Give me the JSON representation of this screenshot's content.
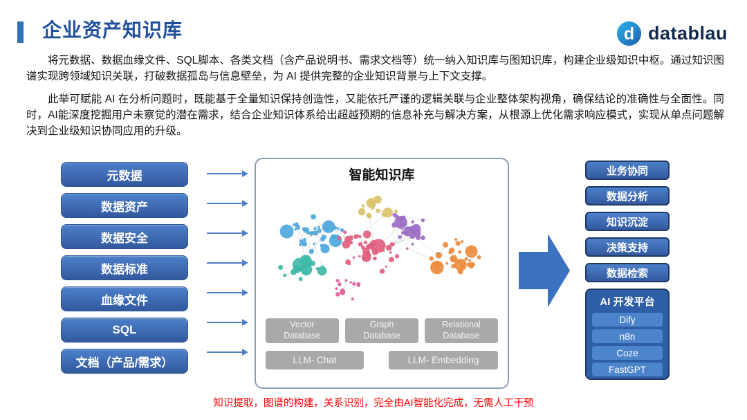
{
  "header": {
    "title": "企业资产知识库",
    "logo_text": "datablau"
  },
  "intro": {
    "paragraph1": "将元数据、数据血缘文件、SQL脚本、各类文档（含产品说明书、需求文档等）统一纳入知识库与图知识库，构建企业级知识中枢。通过知识图谱实现跨领域知识关联，打破数据孤岛与信息壁垒，为 AI 提供完整的企业知识背景与上下文支撑。",
    "paragraph2": "此举可赋能 AI 在分析问题时，既能基于全量知识保持创造性，又能依托严谨的逻辑关联与企业整体架构视角，确保结论的准确性与全面性。同时，AI能深度挖掘用户未察觉的潜在需求，结合企业知识体系给出超越预期的信息补充与解决方案，从根源上优化需求响应模式，实现从单点问题解决到企业级知识协同应用的升级。"
  },
  "diagram": {
    "sources": [
      "元数据",
      "数据资产",
      "数据安全",
      "数据标准",
      "血缘文件",
      "SQL",
      "文档（产品/需求）"
    ],
    "center": {
      "title": "智能知识库",
      "databases": [
        "Vector\nDatabase",
        "Graph\nDatabase",
        "Relational\nDatabase"
      ],
      "llm": [
        "LLM- Chat",
        "LLM- Embedding"
      ],
      "network_colors": [
        "#4FA8DC",
        "#3FB8A8",
        "#E0607E",
        "#9C6FC4",
        "#EC8B3E",
        "#D9C36B",
        "#E2609A"
      ]
    },
    "outputs": [
      "业务协同",
      "数据分析",
      "知识沉淀",
      "决策支持",
      "数据检索"
    ],
    "ai_platform": {
      "title": "AI 开发平台",
      "tools": [
        "Dify",
        "n8n",
        "Coze",
        "FastGPT"
      ]
    }
  },
  "footer": {
    "note": "知识提取，图谱的构建，关系识别，完全由AI智能化完成，无需人工干预"
  },
  "colors": {
    "accent": "#2E74B5",
    "title": "#1F4E9B",
    "button_blue": "#33599E",
    "button_border_dark": "#1F3864",
    "gray_box": "#A9A9A9",
    "panel_blue": "#2E5EA6",
    "red_note": "#FF0000",
    "logo_navy": "#122A4C"
  }
}
